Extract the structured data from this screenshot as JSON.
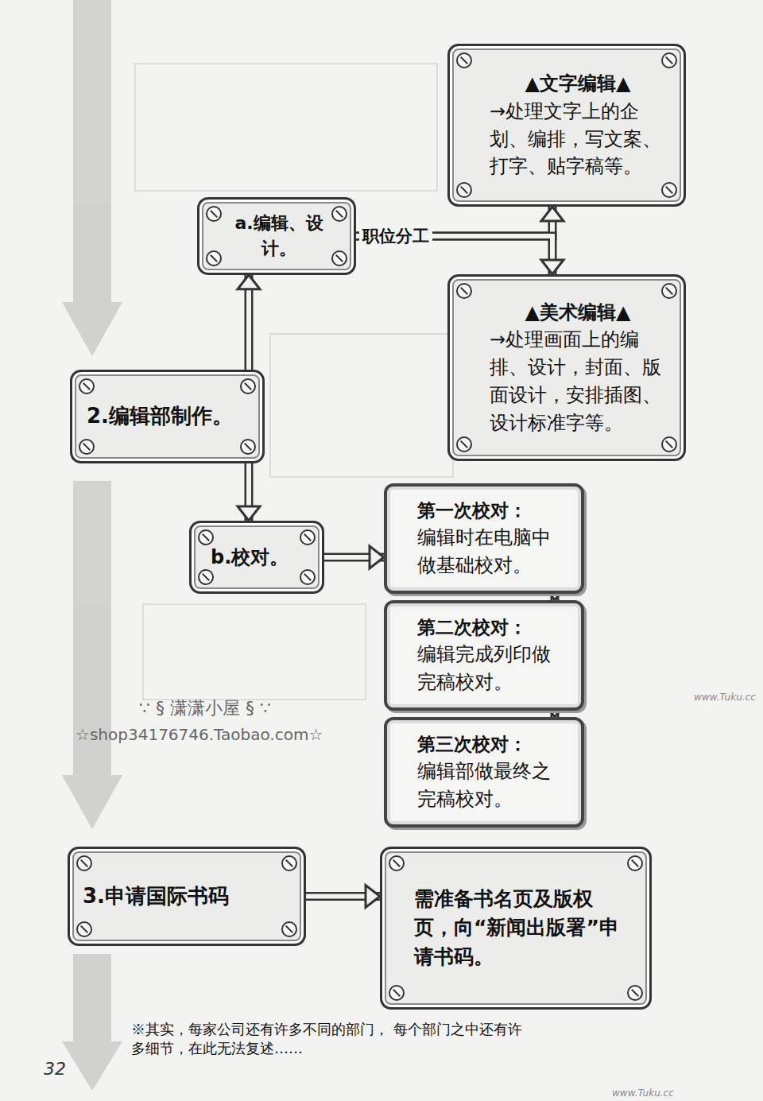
{
  "diagram": {
    "nodes": [
      {
        "text": [
          "▲文字编辑▲",
          "→处理文字上的企划、编排，写文案、打字、贴字稿等。"
        ]
      },
      {
        "text": [
          "a.编辑、设计。"
        ]
      },
      {
        "text": [
          "▲美术编辑▲",
          "→处理画面上的编排、设计，封面、版面设计，安排插图、设计标准字等。"
        ]
      },
      {
        "text": [
          "2.编辑部制作。"
        ]
      },
      {
        "text": [
          "b.校对。"
        ]
      },
      {
        "text": [
          "第一次校对：",
          "编辑时在电脑中做基础校对。"
        ]
      },
      {
        "text": [
          "第二次校对：",
          "编辑完成列印做完稿校对。"
        ]
      },
      {
        "text": [
          "第三次校对：",
          "编辑部做最终之完稿校对。"
        ]
      },
      {
        "text": [
          "3.申请国际书码"
        ]
      },
      {
        "text": [
          "需准备书名页及版权页，向“新闻出版署”申请书码。"
        ]
      }
    ],
    "edges": [
      {
        "from": 3,
        "to": 1,
        "arrow": "to"
      },
      {
        "from": 1,
        "to": 0,
        "label": "职位分工",
        "arrow": "to"
      },
      {
        "from": 1,
        "to": 2,
        "arrow": "to"
      },
      {
        "from": 3,
        "to": 4,
        "arrow": "to"
      },
      {
        "from": 4,
        "to": 5,
        "arrow": "to"
      },
      {
        "from": 5,
        "to": 6,
        "arrow": "to"
      },
      {
        "from": 6,
        "to": 7,
        "arrow": "to"
      },
      {
        "from": 8,
        "to": 9,
        "arrow": "to"
      }
    ],
    "labels": [
      "∵ § 潇潇小屋 § ∵",
      "☆shop34176746.Taobao.com☆",
      "www.Tuku.cc",
      "※其实，每家公司还有许多不同的部门， 每个部门之中还有许多细节，在此无法复述……",
      "32",
      "www.Tuku.cc"
    ]
  }
}
